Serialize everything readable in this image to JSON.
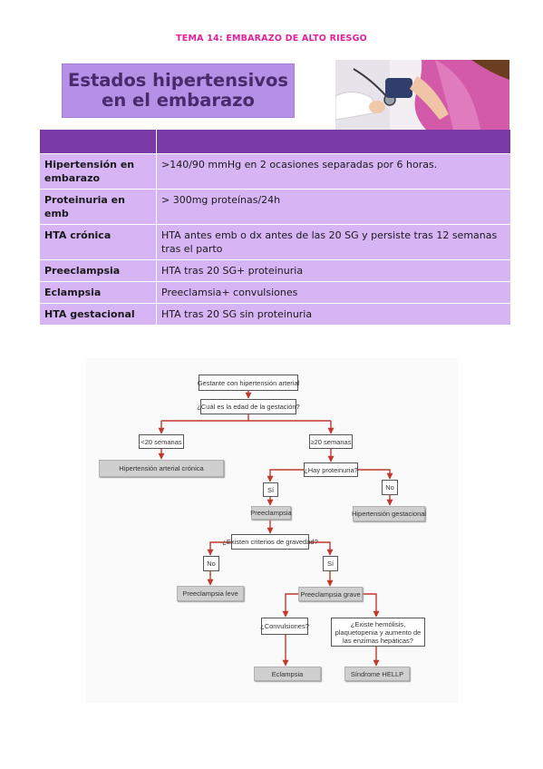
{
  "header": {
    "text": "TEMA 14: EMBARAZO DE ALTO RIESGO"
  },
  "title": {
    "line1": "Estados hipertensivos",
    "line2": "en el embarazo"
  },
  "colors": {
    "header_pink": "#e0219a",
    "title_bg": "#b690e6",
    "table_header": "#7a3aa6",
    "table_row": "#d7b4f4",
    "arrow_red": "#c0392b"
  },
  "table": {
    "rows": [
      {
        "term": "Hipertensión en embarazo",
        "definition": ">140/90 mmHg en 2 ocasiones separadas por 6 horas."
      },
      {
        "term": "Proteinuria en emb",
        "definition": "> 300mg proteínas/24h"
      },
      {
        "term": "HTA crónica",
        "definition": "HTA antes emb o dx antes de las 20 SG y persiste tras 12 semanas tras el parto"
      },
      {
        "term": "Preeclampsia",
        "definition": "HTA tras 20 SG+ proteinuria"
      },
      {
        "term": "Eclampsia",
        "definition": "Preeclamsia+ convulsiones"
      },
      {
        "term": "HTA gestacional",
        "definition": "HTA tras 20 SG sin proteinuria"
      }
    ]
  },
  "flowchart": {
    "start": "Gestante con hipertensión arterial",
    "q_age": "¿Cuál es la edad de la gestación?",
    "lt20": "<20 semanas",
    "ge20": "≥20 semanas",
    "chronic": "Hipertensión arterial crónica",
    "q_protein": "¿Hay proteinuria?",
    "yes1": "Sí",
    "no1": "No",
    "preeclampsia": "Preeclampsia",
    "gestational": "Hipertensión gestacional",
    "q_severity": "¿Existen criterios de gravedad?",
    "no2": "No",
    "yes2": "Sí",
    "mild": "Preeclampsia leve",
    "severe": "Preeclampsia grave",
    "q_convulsions": "¿Convulsiones?",
    "q_hellp": "¿Existe hemólisis, plaquetopenia y aumento de las enzimas hepáticas?",
    "eclampsia": "Eclampsia",
    "hellp": "Síndrome HELLP"
  }
}
